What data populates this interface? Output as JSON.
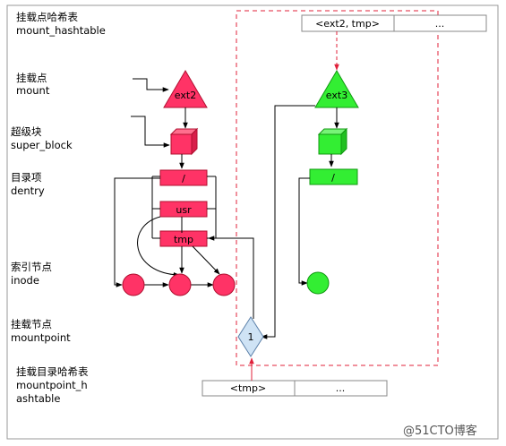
{
  "labels": {
    "mount_hashtable": [
      "挂载点哈希表",
      "mount_hashtable"
    ],
    "mount": [
      "挂载点",
      "mount"
    ],
    "super_block": [
      "超级块",
      "super_block"
    ],
    "dentry": [
      "目录项",
      "dentry"
    ],
    "inode": [
      "索引节点",
      "inode"
    ],
    "mountpoint": [
      "挂载节点",
      "mountpoint"
    ],
    "mountpoint_hashtable": [
      "挂载目录哈希表",
      "mountpoint_h",
      "ashtable"
    ]
  },
  "top_table": {
    "cell1": "<ext2, tmp>",
    "cell2": "..."
  },
  "bottom_table": {
    "cell1": "<tmp>",
    "cell2": "..."
  },
  "left_tree": {
    "mount_name": "ext2",
    "dentries": [
      "/",
      "usr",
      "tmp"
    ]
  },
  "right_tree": {
    "mount_name": "ext3",
    "dentries": [
      "/"
    ]
  },
  "mountpoint_number": "1",
  "watermark": "@51CTO博客",
  "colors": {
    "red": "#ff3366",
    "green": "#33ee33",
    "dashed_box": "#e0203a",
    "diamond": "#cfe3f5"
  }
}
